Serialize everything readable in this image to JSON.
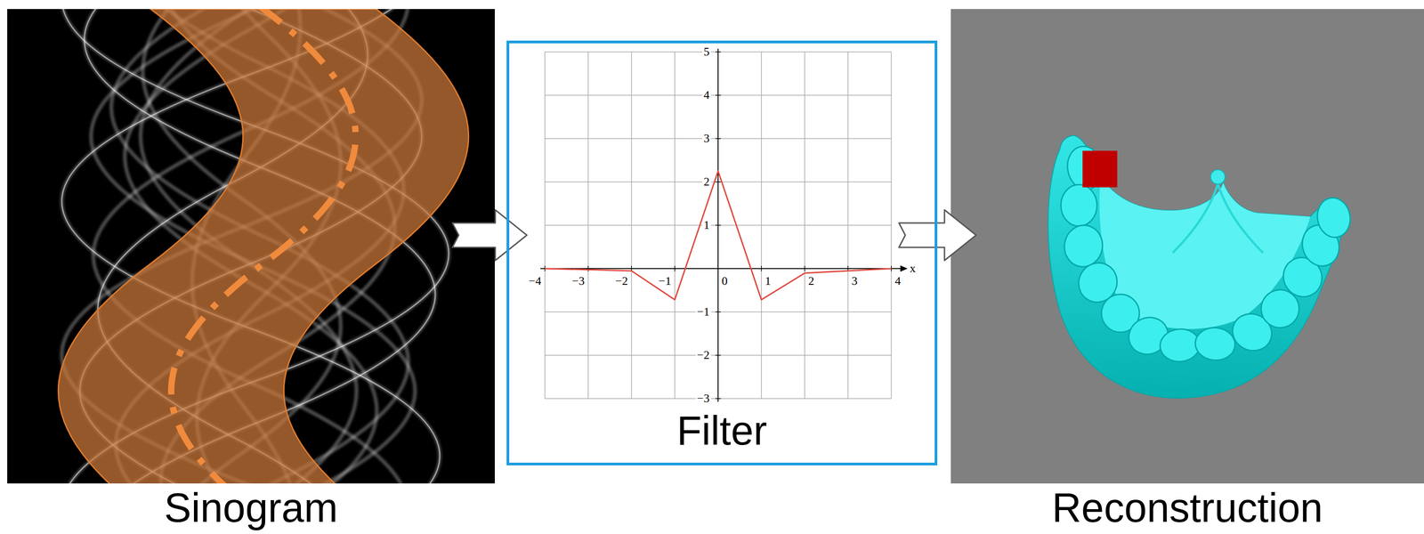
{
  "diagram": {
    "nodes": [
      {
        "text": [
          "Sinogram"
        ]
      },
      {
        "text": [
          "Filter"
        ]
      },
      {
        "text": [
          "Reconstruction"
        ]
      }
    ],
    "edges": [
      {
        "from": 0,
        "to": 1,
        "arrow": "to"
      },
      {
        "from": 1,
        "to": 2,
        "arrow": "to"
      }
    ],
    "labels": [
      "−4",
      "−3",
      "−2",
      "−1",
      "0",
      "1",
      "2",
      "3",
      "4",
      "x",
      "5",
      "4",
      "3",
      "2",
      "1",
      "−1",
      "−2",
      "−3"
    ]
  }
}
